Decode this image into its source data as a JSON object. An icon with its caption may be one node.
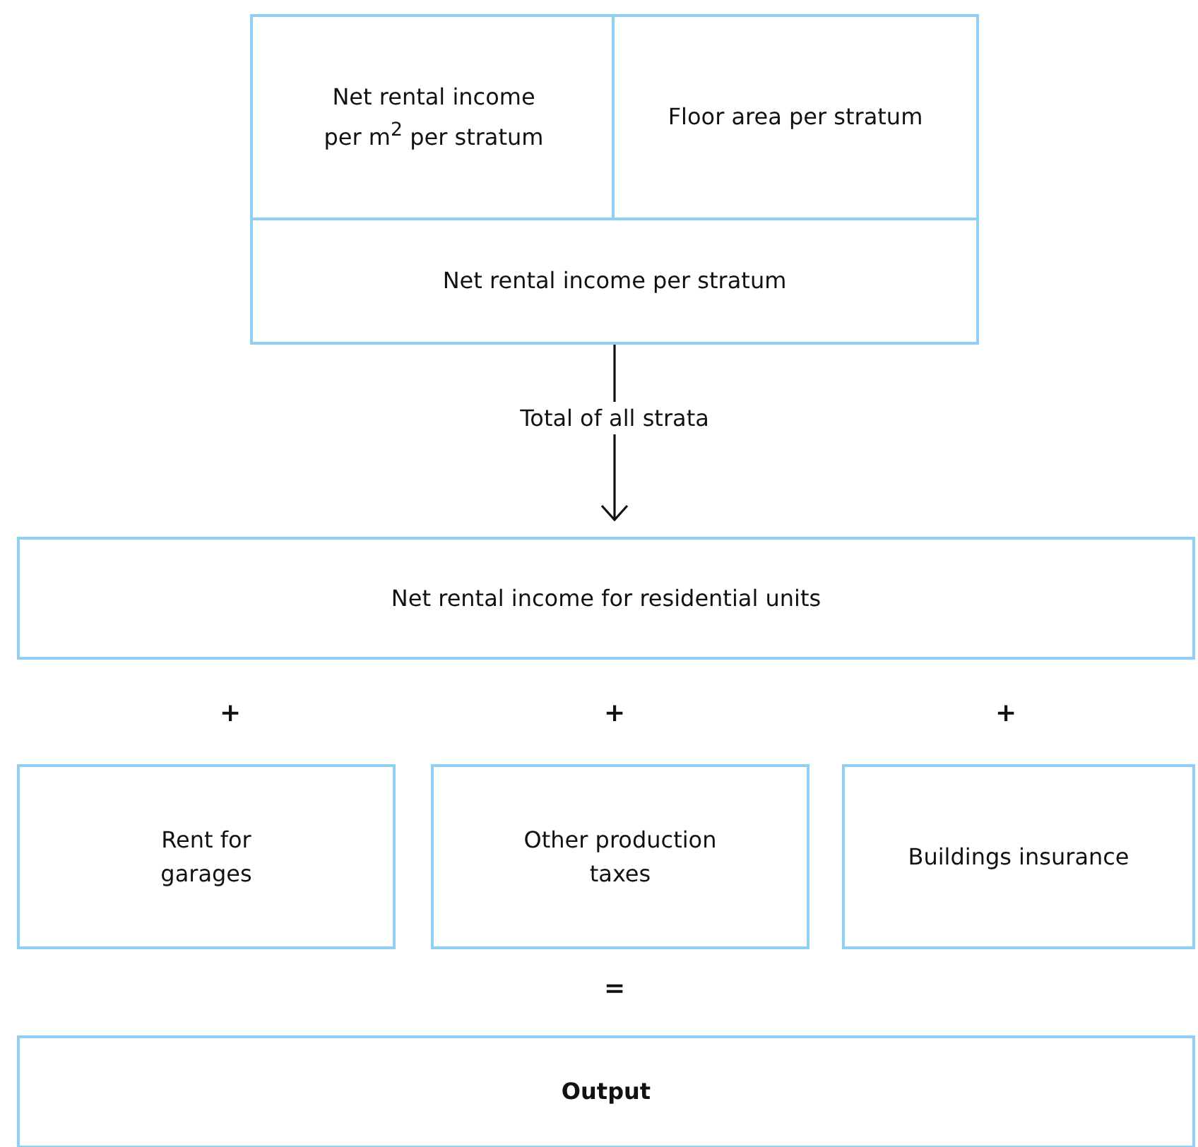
{
  "diagram": {
    "nodes": [
      {
        "text": [
          "Net rental income per m$^{2}$ per stratum"
        ]
      },
      {
        "text": [
          "Floor area per stratum"
        ]
      },
      {
        "text": [
          "Net rental income per stratum"
        ]
      },
      {
        "text": [
          "Net rental income for residential units"
        ]
      },
      {
        "text": [
          "Rent for garages"
        ]
      },
      {
        "text": [
          "Other production taxes"
        ]
      },
      {
        "text": [
          "Buildings insurance"
        ]
      },
      {
        "text": [
          "Output"
        ]
      }
    ],
    "edges": [
      {
        "from": 2,
        "to": 3,
        "arrow": "to",
        "label": "Total of all strata"
      }
    ],
    "labels": [
      "+",
      "+",
      "+",
      "="
    ]
  }
}
